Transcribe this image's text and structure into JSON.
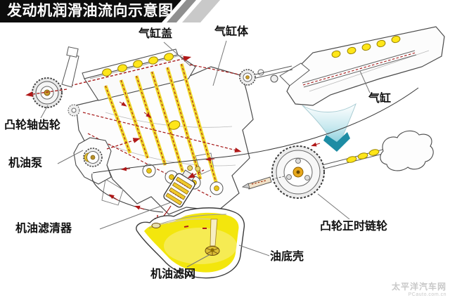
{
  "title": "发动机润滑油流向示意图",
  "labels": {
    "cylinder_head_cover": "气缸盖",
    "cylinder_block": "气缸体",
    "cylinder": "气缸",
    "camshaft_gear": "凸轮轴齿轮",
    "oil_pump": "机油泵",
    "oil_filter": "机油滤清器",
    "oil_strainer": "机油滤网",
    "oil_pan": "油底壳",
    "cam_timing_sprocket": "凸轮正时链轮"
  },
  "watermark": {
    "site_name": "太平洋汽车网",
    "site_url": "PCauto.com.cn"
  },
  "colors": {
    "banner": "#0d0d0d",
    "stripe_dark": "#8f8f8f",
    "stripe_light": "#c9c9c9",
    "oil_yellow": "#f3e60d",
    "highlight_yellow": "#ffe619",
    "flow_red": "#b01818",
    "arrow_teal": "#1d8ca4",
    "outline": "#4a4a4a",
    "label_text": "#111111",
    "watermark_gray": "#c8c8c8"
  }
}
